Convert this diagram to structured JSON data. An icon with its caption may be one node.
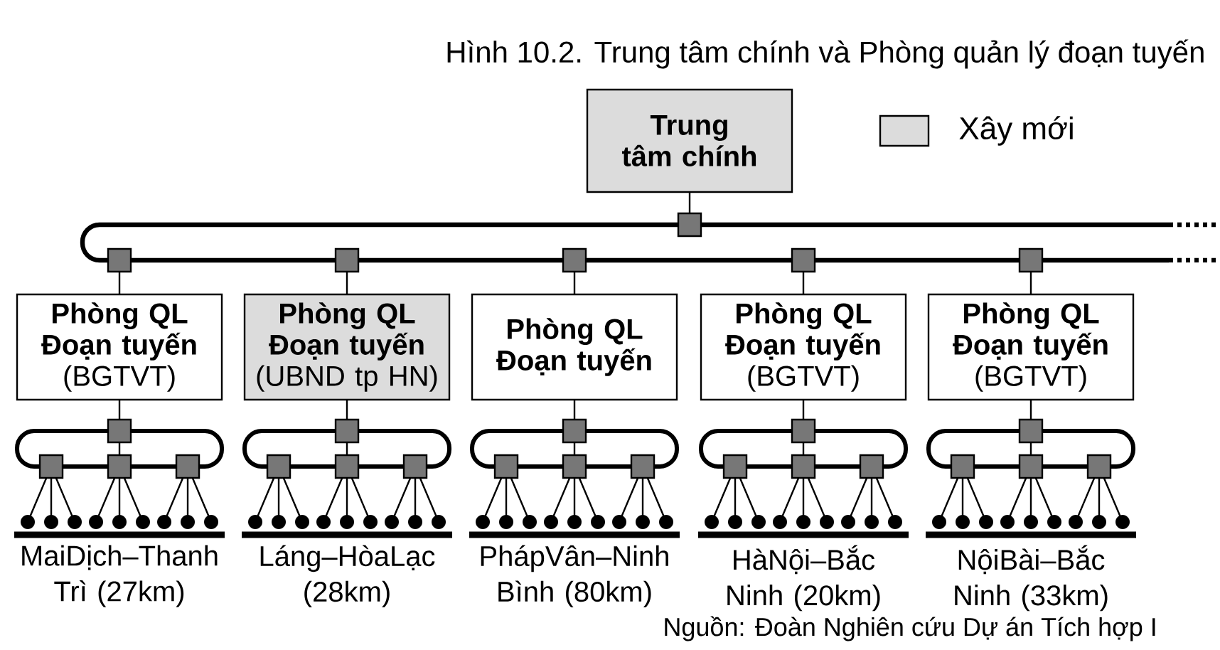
{
  "diagram": {
    "title": "Hình 10.2. Trung tâm chính và Phòng quản lý đoạn tuyến",
    "caption": "Nguồn: Đoàn Nghiên cứu Dự án Tích hợp I",
    "nodes": [
      {
        "text": [
          "Trung tâm chính"
        ]
      },
      {
        "text": [
          "Phòng QL Đoạn tuyến",
          "(BGTVT)"
        ]
      },
      {
        "text": [
          "Phòng QL Đoạn tuyến",
          "(UBND tp HN)"
        ]
      },
      {
        "text": [
          "Phòng QL Đoạn tuyến"
        ]
      },
      {
        "text": [
          "Phòng QL Đoạn tuyến",
          "(BGTVT)"
        ]
      },
      {
        "text": [
          "Phòng QL Đoạn tuyến",
          "(BGTVT)"
        ]
      }
    ],
    "labels": [
      "MaiDịch–Thanh Trì (27km)",
      "Láng–HòaLạc (28km)",
      "PhápVân–Ninh Bình (80km)",
      "HàNội–Bắc Ninh (20km)",
      "NộiBài–Bắc Ninh (33km)"
    ],
    "legend": [
      {
        "text": "Xây mới",
        "color": "#dcdcdc"
      }
    ]
  }
}
